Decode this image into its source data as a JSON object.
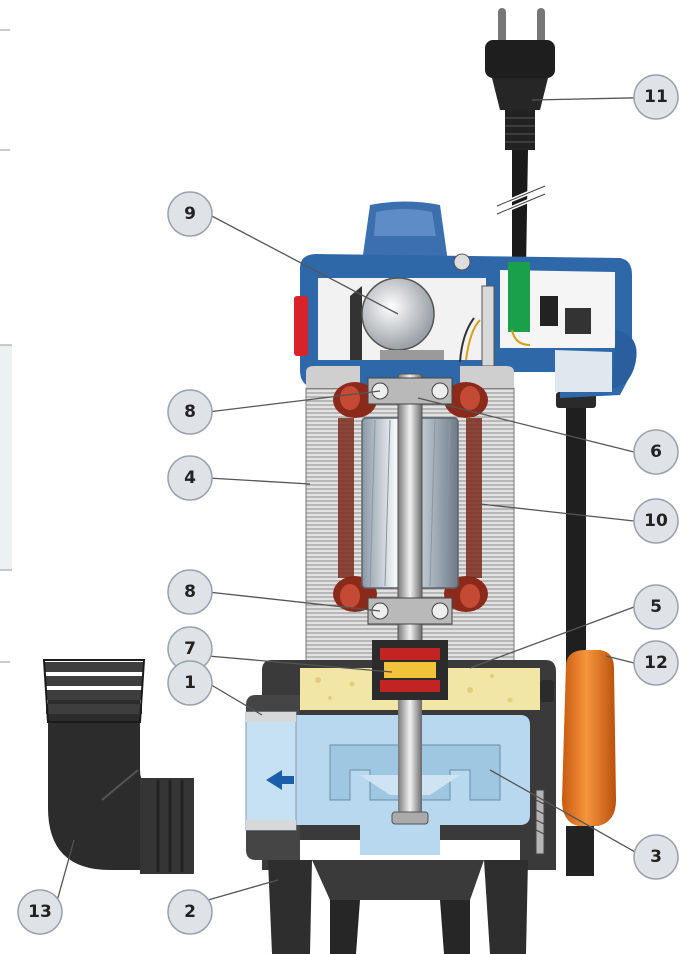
{
  "callouts": [
    {
      "id": "1",
      "label": "1",
      "part": "pump-body"
    },
    {
      "id": "2",
      "label": "2",
      "part": "base-support"
    },
    {
      "id": "3",
      "label": "3",
      "part": "impeller"
    },
    {
      "id": "4",
      "label": "4",
      "part": "motor-casing"
    },
    {
      "id": "5",
      "label": "5",
      "part": "oil-chamber"
    },
    {
      "id": "6",
      "label": "6",
      "part": "motor-shaft"
    },
    {
      "id": "7",
      "label": "7",
      "part": "mechanical-seal"
    },
    {
      "id": "8a",
      "label": "8",
      "part": "upper-bearing"
    },
    {
      "id": "8b",
      "label": "8",
      "part": "lower-bearing"
    },
    {
      "id": "9",
      "label": "9",
      "part": "capacitor"
    },
    {
      "id": "10",
      "label": "10",
      "part": "stator-winding"
    },
    {
      "id": "11",
      "label": "11",
      "part": "power-plug"
    },
    {
      "id": "12",
      "label": "12",
      "part": "float-switch"
    },
    {
      "id": "13",
      "label": "13",
      "part": "elbow-fitting"
    }
  ],
  "colors": {
    "motor_body": "#d8d8d8",
    "pump_body": "#3a3a3a",
    "top_cover": "#2e68a8",
    "water": "#b7d8ee",
    "oil": "#f2e6a6",
    "float": "#e9731c",
    "winding": "#8b2a1a",
    "callout": "#dfe3e8"
  }
}
